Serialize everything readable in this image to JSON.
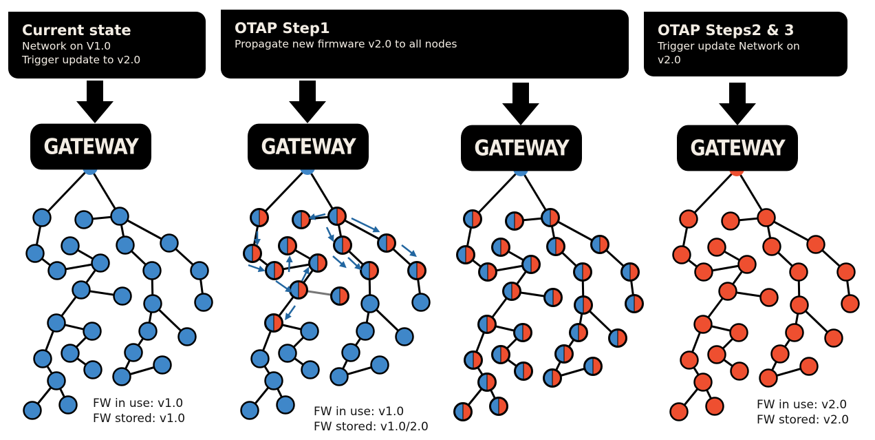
{
  "colors": {
    "v1": "#3f87c9",
    "v2": "#ee4f30",
    "arrow": "#2266a0",
    "edge": "#000000",
    "banner_bg": "#000000",
    "banner_text": "#f3ede4"
  },
  "panels": [
    {
      "id": "current",
      "title": "Current state",
      "lines": [
        "Network on V1.0",
        "Trigger update to v2.0"
      ]
    },
    {
      "id": "step1",
      "title": "OTAP Step1",
      "lines": [
        "Propagate new firmware v2.0 to all nodes"
      ]
    },
    {
      "id": "step23",
      "title": "OTAP Steps2 & 3",
      "lines": [
        "Trigger update Network on",
        "v2.0"
      ]
    }
  ],
  "gateway_label": "GATEWAY",
  "networks": [
    {
      "id": "net-current",
      "gateway_state": "v1",
      "node_state": "v1",
      "fw_in_use": "FW in use: v1.0",
      "fw_stored": "FW stored: v1.0"
    },
    {
      "id": "net-step1-progress",
      "gateway_state": "v1",
      "node_state": "mixed",
      "fw_in_use": "FW in use: v1.0",
      "fw_stored": "FW stored: v1.0/2.0"
    },
    {
      "id": "net-step1-complete",
      "gateway_state": "v1",
      "node_state": "split",
      "fw_in_use": "",
      "fw_stored": ""
    },
    {
      "id": "net-step23",
      "gateway_state": "v2",
      "node_state": "v2",
      "fw_in_use": "FW in use: v2.0",
      "fw_stored": "FW stored: v2.0"
    }
  ],
  "step1_progress_split_nodes": [
    "a",
    "b",
    "c",
    "d",
    "e",
    "f",
    "g",
    "h",
    "i",
    "j",
    "k",
    "l",
    "m",
    "p"
  ]
}
